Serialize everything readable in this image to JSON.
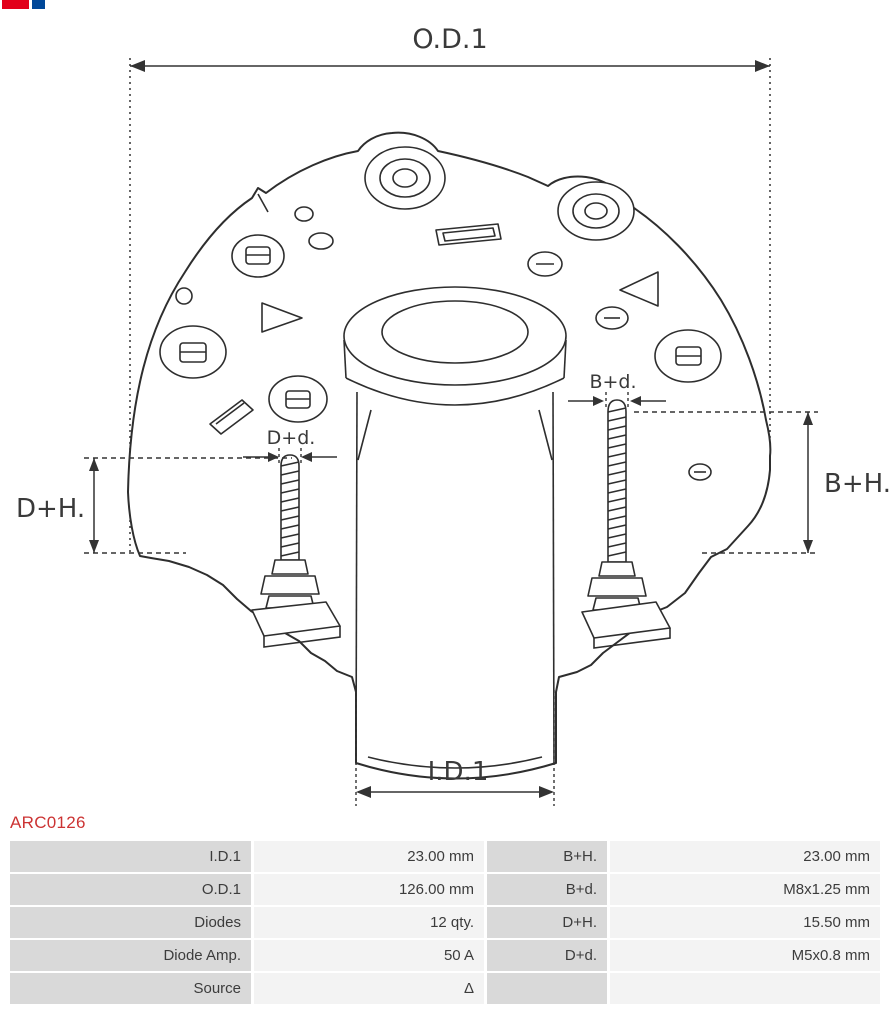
{
  "logo": {
    "name": "as-pl-logo",
    "red": "#e2001a",
    "blue": "#004899"
  },
  "part_number": "ARC0126",
  "diagram": {
    "labels": {
      "od1": "O.D.1",
      "id1": "I.D.1",
      "dh": "D+H.",
      "bh": "B+H.",
      "dd": "D+d.",
      "bd": "B+d."
    }
  },
  "table": {
    "rows": [
      {
        "label1": "I.D.1",
        "value1": "23.00 mm",
        "label2": "B+H.",
        "value2": "23.00 mm"
      },
      {
        "label1": "O.D.1",
        "value1": "126.00 mm",
        "label2": "B+d.",
        "value2": "M8x1.25 mm"
      },
      {
        "label1": "Diodes",
        "value1": "12 qty.",
        "label2": "D+H.",
        "value2": "15.50 mm"
      },
      {
        "label1": "Diode Amp.",
        "value1": "50 A",
        "label2": "D+d.",
        "value2": "M5x0.8 mm"
      },
      {
        "label1": "Source",
        "value1": "Δ",
        "label2": "",
        "value2": ""
      }
    ]
  },
  "colors": {
    "part_number_red": "#cc3333",
    "line": "#2e2e2e",
    "label_cell": "#d9d9d9",
    "value_cell": "#f3f3f3"
  }
}
